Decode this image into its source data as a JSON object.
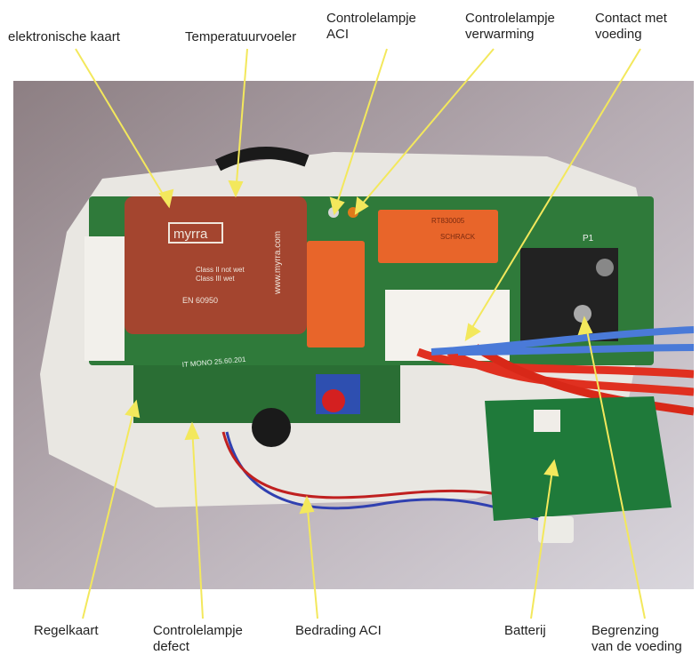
{
  "labels": {
    "elektronische_kaart": "elektronische kaart",
    "temperatuurvoeler": "Temperatuurvoeler",
    "controlelampje_aci": "Controlelampje\nACI",
    "controlelampje_verwarming": "Controlelampje\nverwarming",
    "contact_voeding": "Contact met\nvoeding",
    "regelkaart": "Regelkaart",
    "controlelampje_defect": "Controlelampje\ndefect",
    "bedrading_aci": "Bedrading ACI",
    "batterij": "Batterij",
    "begrenzing_voeding": "Begrenzing\nvan de voeding"
  },
  "photo_text": {
    "brand": "myrra",
    "web": "www.myrra.com",
    "class1": "Class II not wet",
    "class2": "Class III wet",
    "norm": "EN 60950",
    "relay_brand": "SCHRACK",
    "relay_code": "RT830005",
    "terminal": "P1",
    "board_text": "IT MONO 25.60.201"
  },
  "colors": {
    "annotation_line": "#f3e85c",
    "transformer": "#a4452f",
    "pcb": "#2f7a3a",
    "relay": "#e8652a",
    "battery": "#1f7a3a"
  }
}
